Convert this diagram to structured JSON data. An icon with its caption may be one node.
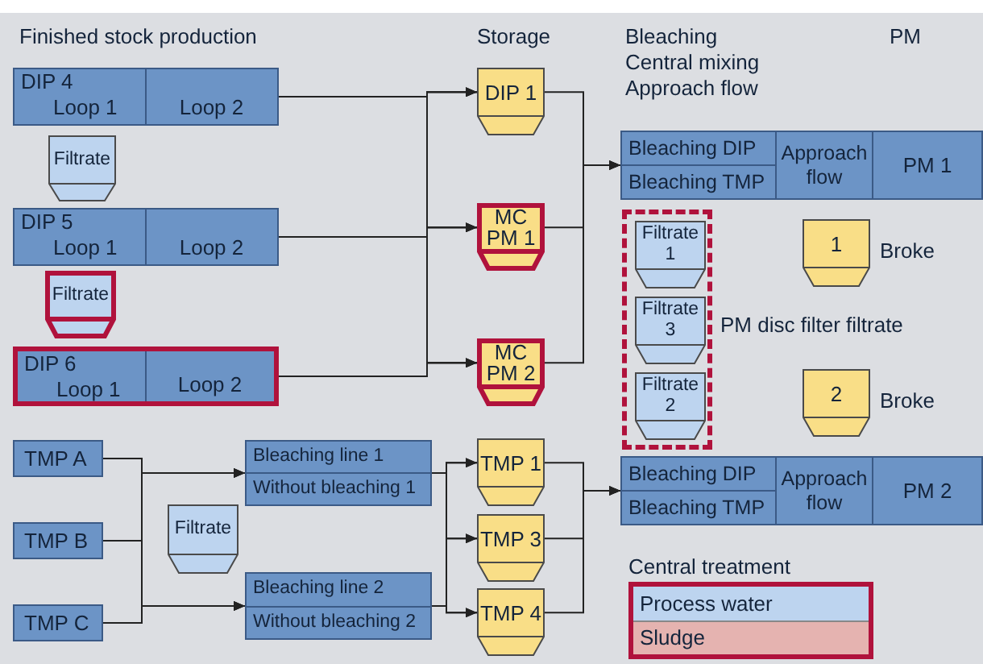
{
  "diagram": {
    "nodes": [
      {
        "text": [
          "DIP 4",
          "Loop 1",
          "Loop 2"
        ]
      },
      {
        "text": [
          "Filtrate"
        ]
      },
      {
        "text": [
          "DIP 5",
          "Loop 1",
          "Loop 2"
        ]
      },
      {
        "text": [
          "Filtrate"
        ]
      },
      {
        "text": [
          "DIP 6",
          "Loop 1",
          "Loop 2"
        ]
      },
      {
        "text": [
          "TMP A"
        ]
      },
      {
        "text": [
          "TMP B"
        ]
      },
      {
        "text": [
          "TMP C"
        ]
      },
      {
        "text": [
          "Filtrate"
        ]
      },
      {
        "text": [
          "Bleaching line 1",
          "Without bleaching 1"
        ]
      },
      {
        "text": [
          "Bleaching line 2",
          "Without bleaching 2"
        ]
      },
      {
        "text": [
          "DIP 1"
        ]
      },
      {
        "text": [
          "MC PM 1"
        ]
      },
      {
        "text": [
          "MC PM 2"
        ]
      },
      {
        "text": [
          "TMP 1"
        ]
      },
      {
        "text": [
          "TMP 3"
        ]
      },
      {
        "text": [
          "TMP 4"
        ]
      },
      {
        "text": [
          "Bleaching DIP",
          "Bleaching TMP",
          "Approach flow",
          "PM 1"
        ]
      },
      {
        "text": [],
        "shape": "box",
        "beside": [
          "PM disc filter filtrate"
        ]
      },
      {
        "text": [
          "Filtrate 1"
        ],
        "in": 18
      },
      {
        "text": [
          "Filtrate 3"
        ],
        "in": 18
      },
      {
        "text": [
          "Filtrate 2"
        ],
        "in": 18
      },
      {
        "text": [
          "1"
        ],
        "beside": [
          "Broke"
        ]
      },
      {
        "text": [
          "2"
        ],
        "beside": [
          "Broke"
        ]
      },
      {
        "text": [
          "Bleaching DIP",
          "Bleaching TMP",
          "Approach flow",
          "PM 2"
        ]
      },
      {
        "text": [
          "Central treatment",
          "Process water",
          "Sludge"
        ]
      }
    ],
    "edges": [
      {
        "from": 0,
        "to": 11,
        "arrow": "to"
      },
      {
        "from": 0,
        "to": 12,
        "arrow": "to"
      },
      {
        "from": 0,
        "to": 13,
        "arrow": "to"
      },
      {
        "from": 2,
        "to": 11,
        "arrow": "to"
      },
      {
        "from": 2,
        "to": 12,
        "arrow": "to"
      },
      {
        "from": 2,
        "to": 13,
        "arrow": "to"
      },
      {
        "from": 4,
        "to": 11,
        "arrow": "to"
      },
      {
        "from": 4,
        "to": 12,
        "arrow": "to"
      },
      {
        "from": 4,
        "to": 13,
        "arrow": "to"
      },
      {
        "from": 11,
        "to": 17,
        "arrow": "to"
      },
      {
        "from": 12,
        "to": 17,
        "arrow": "to"
      },
      {
        "from": 13,
        "to": 17,
        "arrow": "to"
      },
      {
        "from": 5,
        "to": 9,
        "arrow": "to"
      },
      {
        "from": 6,
        "to": 9,
        "arrow": "to"
      },
      {
        "from": 7,
        "to": 9,
        "arrow": "to"
      },
      {
        "from": 5,
        "to": 10,
        "arrow": "to"
      },
      {
        "from": 6,
        "to": 10,
        "arrow": "to"
      },
      {
        "from": 7,
        "to": 10,
        "arrow": "to"
      },
      {
        "from": 9,
        "to": 14,
        "arrow": "to"
      },
      {
        "from": 9,
        "to": 15,
        "arrow": "to"
      },
      {
        "from": 9,
        "to": 16,
        "arrow": "to"
      },
      {
        "from": 10,
        "to": 14,
        "arrow": "to"
      },
      {
        "from": 10,
        "to": 15,
        "arrow": "to"
      },
      {
        "from": 10,
        "to": 16,
        "arrow": "to"
      },
      {
        "from": 14,
        "to": 24,
        "arrow": "to"
      },
      {
        "from": 15,
        "to": 24,
        "arrow": "to"
      },
      {
        "from": 16,
        "to": 24,
        "arrow": "to"
      }
    ],
    "labels": [
      "Finished stock production",
      "Storage",
      "Bleaching",
      "Central mixing",
      "Approach flow",
      "PM"
    ]
  }
}
